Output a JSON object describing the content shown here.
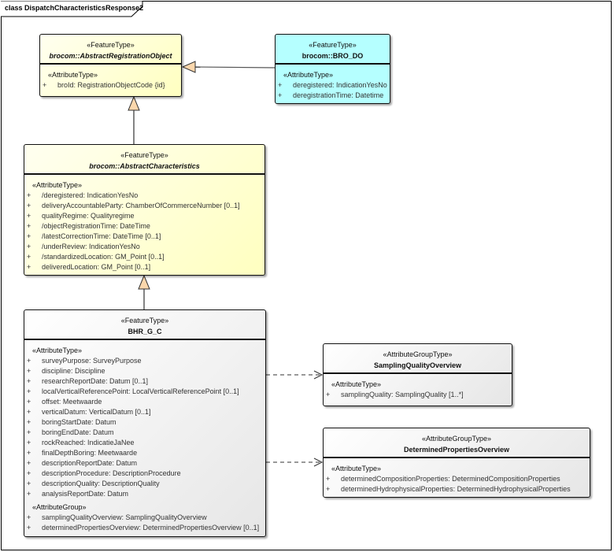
{
  "diagram": {
    "title": "class DispatchCharacteristicsResponse2"
  },
  "classes": [
    {
      "id": "abstract-registration-object",
      "stereotype": "«FeatureType»",
      "name": "brocom::AbstractRegistrationObject",
      "abstract": true,
      "fill": "#ffffcc",
      "sections": [
        {
          "label": "«AttributeType»",
          "attributes": [
            {
              "visibility": "+",
              "text": "broId: RegistrationObjectCode {id}"
            }
          ]
        }
      ]
    },
    {
      "id": "bro-do",
      "stereotype": "«FeatureType»",
      "name": "brocom::BRO_DO",
      "abstract": false,
      "fill": "#b5ffff",
      "sections": [
        {
          "label": "«AttributeType»",
          "attributes": [
            {
              "visibility": "+",
              "text": "deregistered: IndicationYesNo"
            },
            {
              "visibility": "+",
              "text": "deregistrationTime: Datetime"
            }
          ]
        }
      ]
    },
    {
      "id": "abstract-characteristics",
      "stereotype": "«FeatureType»",
      "name": "brocom::AbstractCharacteristics",
      "abstract": true,
      "fill": "#ffffcc",
      "sections": [
        {
          "label": "«AttributeType»",
          "attributes": [
            {
              "visibility": "+",
              "text": "/deregistered: IndicationYesNo"
            },
            {
              "visibility": "+",
              "text": "deliveryAccountableParty: ChamberOfCommerceNumber [0..1]"
            },
            {
              "visibility": "+",
              "text": "qualityRegime: Qualityregime"
            },
            {
              "visibility": "+",
              "text": "/objectRegistrationTime: DateTime"
            },
            {
              "visibility": "+",
              "text": "/latestCorrectionTime: DateTime [0..1]"
            },
            {
              "visibility": "+",
              "text": "/underReview: IndicationYesNo"
            },
            {
              "visibility": "+",
              "text": "/standardizedLocation: GM_Point [0..1]"
            },
            {
              "visibility": "+",
              "text": "deliveredLocation: GM_Point [0..1]"
            }
          ]
        }
      ]
    },
    {
      "id": "bhr-g-c",
      "stereotype": "«FeatureType»",
      "name": "BHR_G_C",
      "abstract": false,
      "fill": "#f0f0f0",
      "sections": [
        {
          "label": "«AttributeType»",
          "attributes": [
            {
              "visibility": "+",
              "text": "surveyPurpose: SurveyPurpose"
            },
            {
              "visibility": "+",
              "text": "discipline: Discipline"
            },
            {
              "visibility": "+",
              "text": "researchReportDate: Datum [0..1]"
            },
            {
              "visibility": "+",
              "text": "localVerticalReferencePoint: LocalVerticalReferencePoint [0..1]"
            },
            {
              "visibility": "+",
              "text": "offset: Meetwaarde"
            },
            {
              "visibility": "+",
              "text": "verticalDatum: VerticalDatum [0..1]"
            },
            {
              "visibility": "+",
              "text": "boringStartDate: Datum"
            },
            {
              "visibility": "+",
              "text": "boringEndDate: Datum"
            },
            {
              "visibility": "+",
              "text": "rockReached: IndicatieJaNee"
            },
            {
              "visibility": "+",
              "text": "finalDepthBoring: Meetwaarde"
            },
            {
              "visibility": "+",
              "text": "descriptionReportDate: Datum"
            },
            {
              "visibility": "+",
              "text": "descriptionProcedure: DescriptionProcedure"
            },
            {
              "visibility": "+",
              "text": "descriptionQuality: DescriptionQuality"
            },
            {
              "visibility": "+",
              "text": "analysisReportDate: Datum"
            }
          ]
        },
        {
          "label": "«AttributeGroup»",
          "attributes": [
            {
              "visibility": "+",
              "text": "samplingQualityOverview: SamplingQualityOverview"
            },
            {
              "visibility": "+",
              "text": "determinedPropertiesOverview: DeterminedPropertiesOverview [0..1]"
            }
          ]
        }
      ]
    },
    {
      "id": "sampling-quality-overview",
      "stereotype": "«AttributeGroupType»",
      "name": "SamplingQualityOverview",
      "abstract": false,
      "fill": "#f0f0f0",
      "sections": [
        {
          "label": "«AttributeType»",
          "attributes": [
            {
              "visibility": "+",
              "text": "samplingQuality: SamplingQuality [1..*]"
            }
          ]
        }
      ]
    },
    {
      "id": "determined-properties-overview",
      "stereotype": "«AttributeGroupType»",
      "name": "DeterminedPropertiesOverview",
      "abstract": false,
      "fill": "#f0f0f0",
      "sections": [
        {
          "label": "«AttributeType»",
          "attributes": [
            {
              "visibility": "+",
              "text": "determinedCompositionProperties: DeterminedCompositionProperties"
            },
            {
              "visibility": "+",
              "text": "determinedHydrophysicalProperties: DeterminedHydrophysicalProperties"
            }
          ]
        }
      ]
    }
  ],
  "relations": [
    {
      "type": "generalization",
      "from": "bro-do",
      "to": "abstract-registration-object"
    },
    {
      "type": "generalization",
      "from": "abstract-characteristics",
      "to": "abstract-registration-object"
    },
    {
      "type": "generalization",
      "from": "bhr-g-c",
      "to": "abstract-characteristics"
    },
    {
      "type": "dependency",
      "from": "bhr-g-c",
      "to": "sampling-quality-overview"
    },
    {
      "type": "dependency",
      "from": "bhr-g-c",
      "to": "determined-properties-overview"
    }
  ]
}
